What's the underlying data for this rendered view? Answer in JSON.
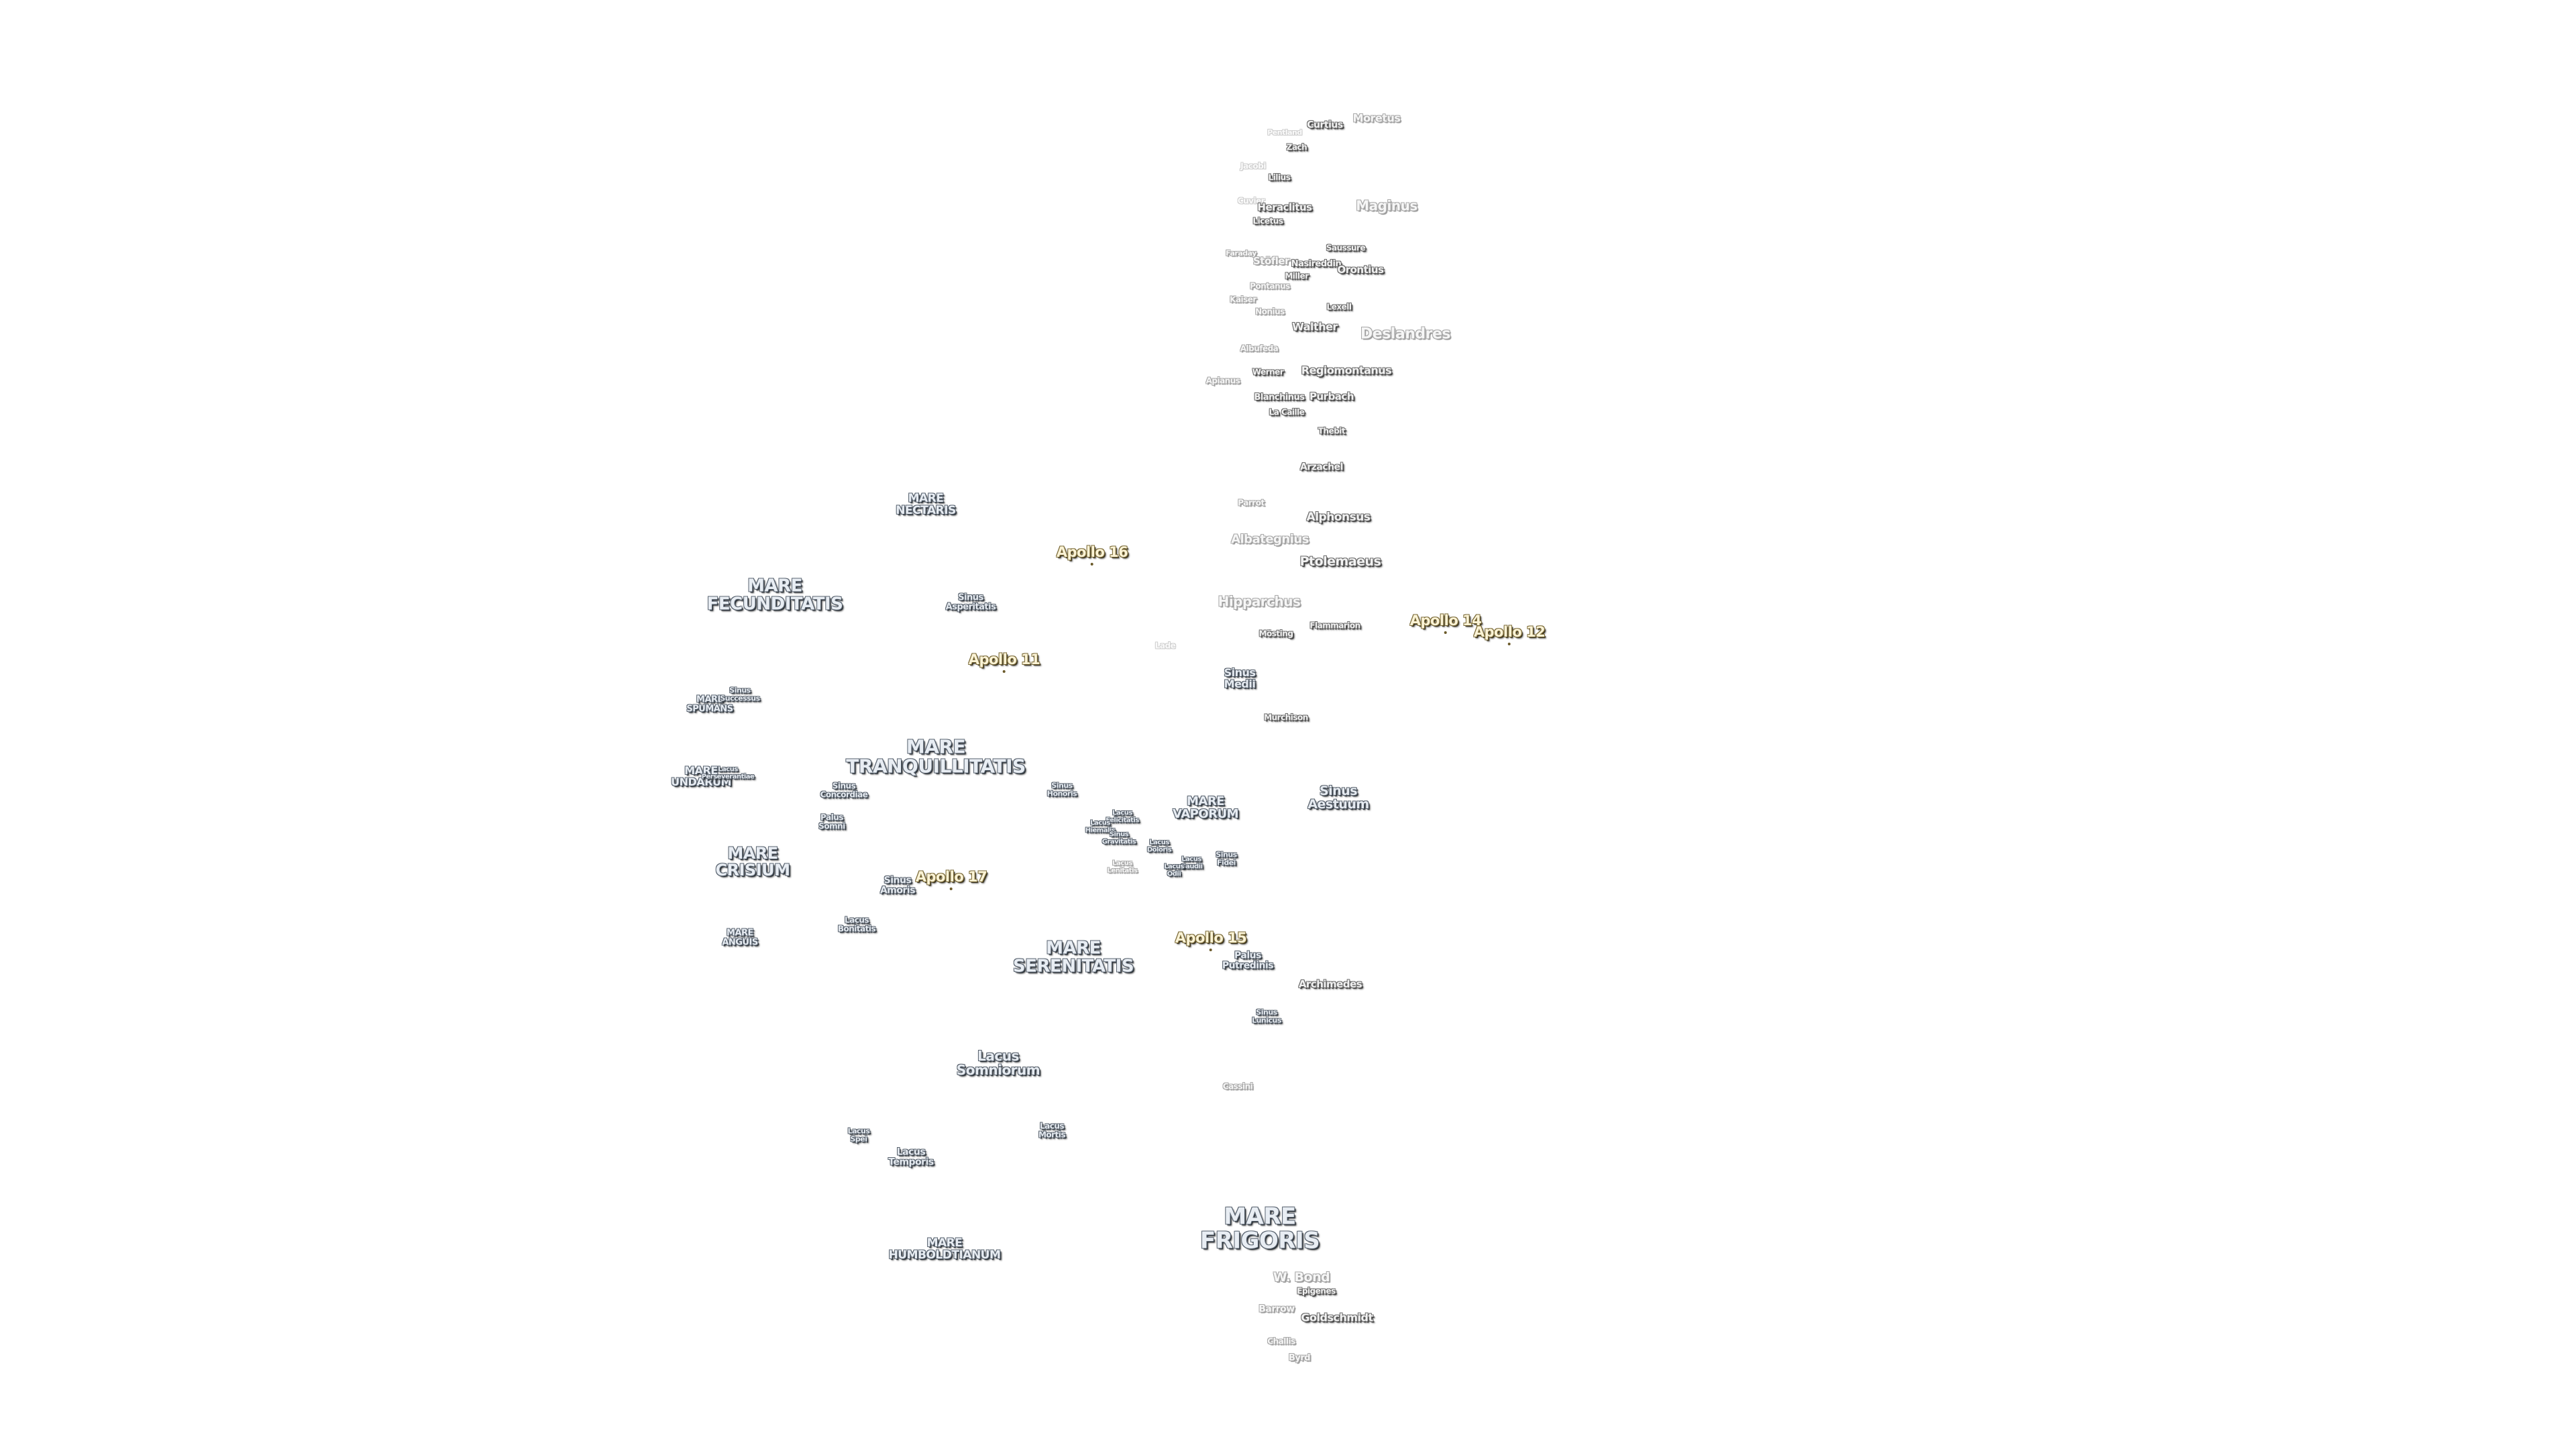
{
  "map": {
    "labels": {
      "mare_nectaris": "MARE\nNECTARIS",
      "mare_fecunditatis": "MARE\nFECUNDITATIS",
      "mare_spumans": "MARE\nSPUMANS",
      "mare_undarum": "MARE\nUNDARUM",
      "mare_crisium": "MARE\nCRISIUM",
      "mare_anguis": "MARE\nANGUIS",
      "mare_tranquillitatis": "MARE\nTRANQUILLITATIS",
      "mare_vaporum": "MARE\nVAPORUM",
      "mare_serenitatis": "MARE\nSERENITATIS",
      "mare_humboldtianum": "MARE\nHUMBOLDTIANUM",
      "mare_frigoris": "MARE\nFRIGORIS",
      "sinus_asperitatis": "Sinus\nAsperitatis",
      "sinus_successus": "Sinus\nSuccessus",
      "lacus_perseverantiae": "Lacus\nPerseverantiae",
      "sinus_concordiae": "Sinus\nConcordiae",
      "palus_somni": "Palus\nSomni",
      "sinus_amoris": "Sinus\nAmoris",
      "lacus_bonitatis": "Lacus\nBonitatis",
      "sinus_honoris": "Sinus\nHonoris",
      "lacus_felicitatis": "Lacus\nFelicitatis",
      "lacus_hiemalis": "Lacus\nHiemalis",
      "lacus_lenitatis": "Lacus\nLenitatis",
      "sinus_gravitatis": "Sinus\nGravitatis",
      "lacus_doloris": "Lacus\nDoloris",
      "lacus_gaudii": "Lacus\nGaudii",
      "lacus_odii": "Lacus\nOdii",
      "sinus_fidei": "Sinus\nFidei",
      "sinus_medii": "Sinus\nMedii",
      "sinus_aestuum": "Sinus\nAestuum",
      "palus_putredinis": "Palus\nPutredinis",
      "sinus_lunicus": "Sinus\nLunicus",
      "lacus_somniorum": "Lacus\nSomniorum",
      "lacus_mortis": "Lacus\nMortis",
      "lacus_spei": "Lacus\nSpei",
      "lacus_temporis": "Lacus\nTemporis",
      "apollo_11": "Apollo 11",
      "apollo_12": "Apollo 12",
      "apollo_14": "Apollo 14",
      "apollo_15": "Apollo 15",
      "apollo_16": "Apollo 16",
      "apollo_17": "Apollo 17",
      "moretus": "Moretus",
      "curtius": "Curtius",
      "pentland": "Pentland",
      "zach": "Zach",
      "jacobi": "Jacobi",
      "lilius": "Lilius",
      "cuvier": "Cuvier",
      "heraclitus": "Heraclitus",
      "licetus": "Licetus",
      "maginus": "Maginus",
      "faraday": "Faraday",
      "stofler": "Stöfler",
      "saussure": "Saussure",
      "nasireddin": "Nasireddin",
      "orontius": "Orontius",
      "miller": "Miller",
      "pontanus": "Pontanus",
      "kaiser": "Kaiser",
      "nonius": "Nonius",
      "lexell": "Lexell",
      "walther": "Walther",
      "deslandres": "Deslandres",
      "albategnius_small": "Albufeda",
      "werner": "Werner",
      "apianus": "Apianus",
      "regiomontanus": "Regiomontanus",
      "blanchinus": "Blanchinus",
      "purbach": "Purbach",
      "la_caille": "La Caille",
      "thebit": "Thebit",
      "arzachel": "Arzachel",
      "parrot": "Parrot",
      "alphonsus": "Alphonsus",
      "albategnius": "Albategnius",
      "ptolemaeus": "Ptolemaeus",
      "hipparchus": "Hipparchus",
      "flammarion": "Flammarion",
      "mosting": "Mösting",
      "lade": "Lade",
      "murchison": "Murchison",
      "archimedes": "Archimedes",
      "cassini": "Cassini",
      "w_bond": "W. Bond",
      "epigenes": "Epigenes",
      "barrow": "Barrow",
      "goldschmidt": "Goldschmidt",
      "challis": "Challis",
      "byrd": "Byrd"
    }
  }
}
